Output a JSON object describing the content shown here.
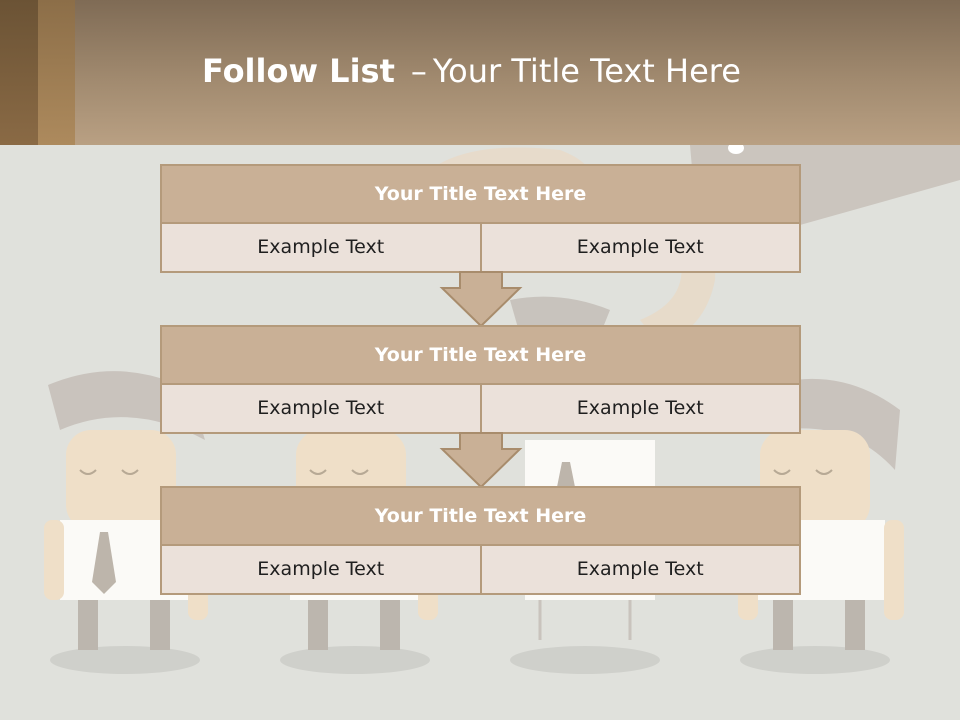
{
  "header": {
    "title_bold": "Follow List",
    "title_dash": "–",
    "title_rest": "Your Title Text Here"
  },
  "steps": [
    {
      "title": "Your Title Text Here",
      "left": "Example Text",
      "right": "Example Text"
    },
    {
      "title": "Your Title Text Here",
      "left": "Example Text",
      "right": "Example Text"
    },
    {
      "title": "Your Title Text Here",
      "left": "Example Text",
      "right": "Example Text"
    }
  ],
  "colors": {
    "banner": "#a18a6f",
    "box_header": "#c9b096",
    "box_row": "#ebe1da",
    "border": "#b49a7b",
    "background": "#e0e1dc"
  }
}
